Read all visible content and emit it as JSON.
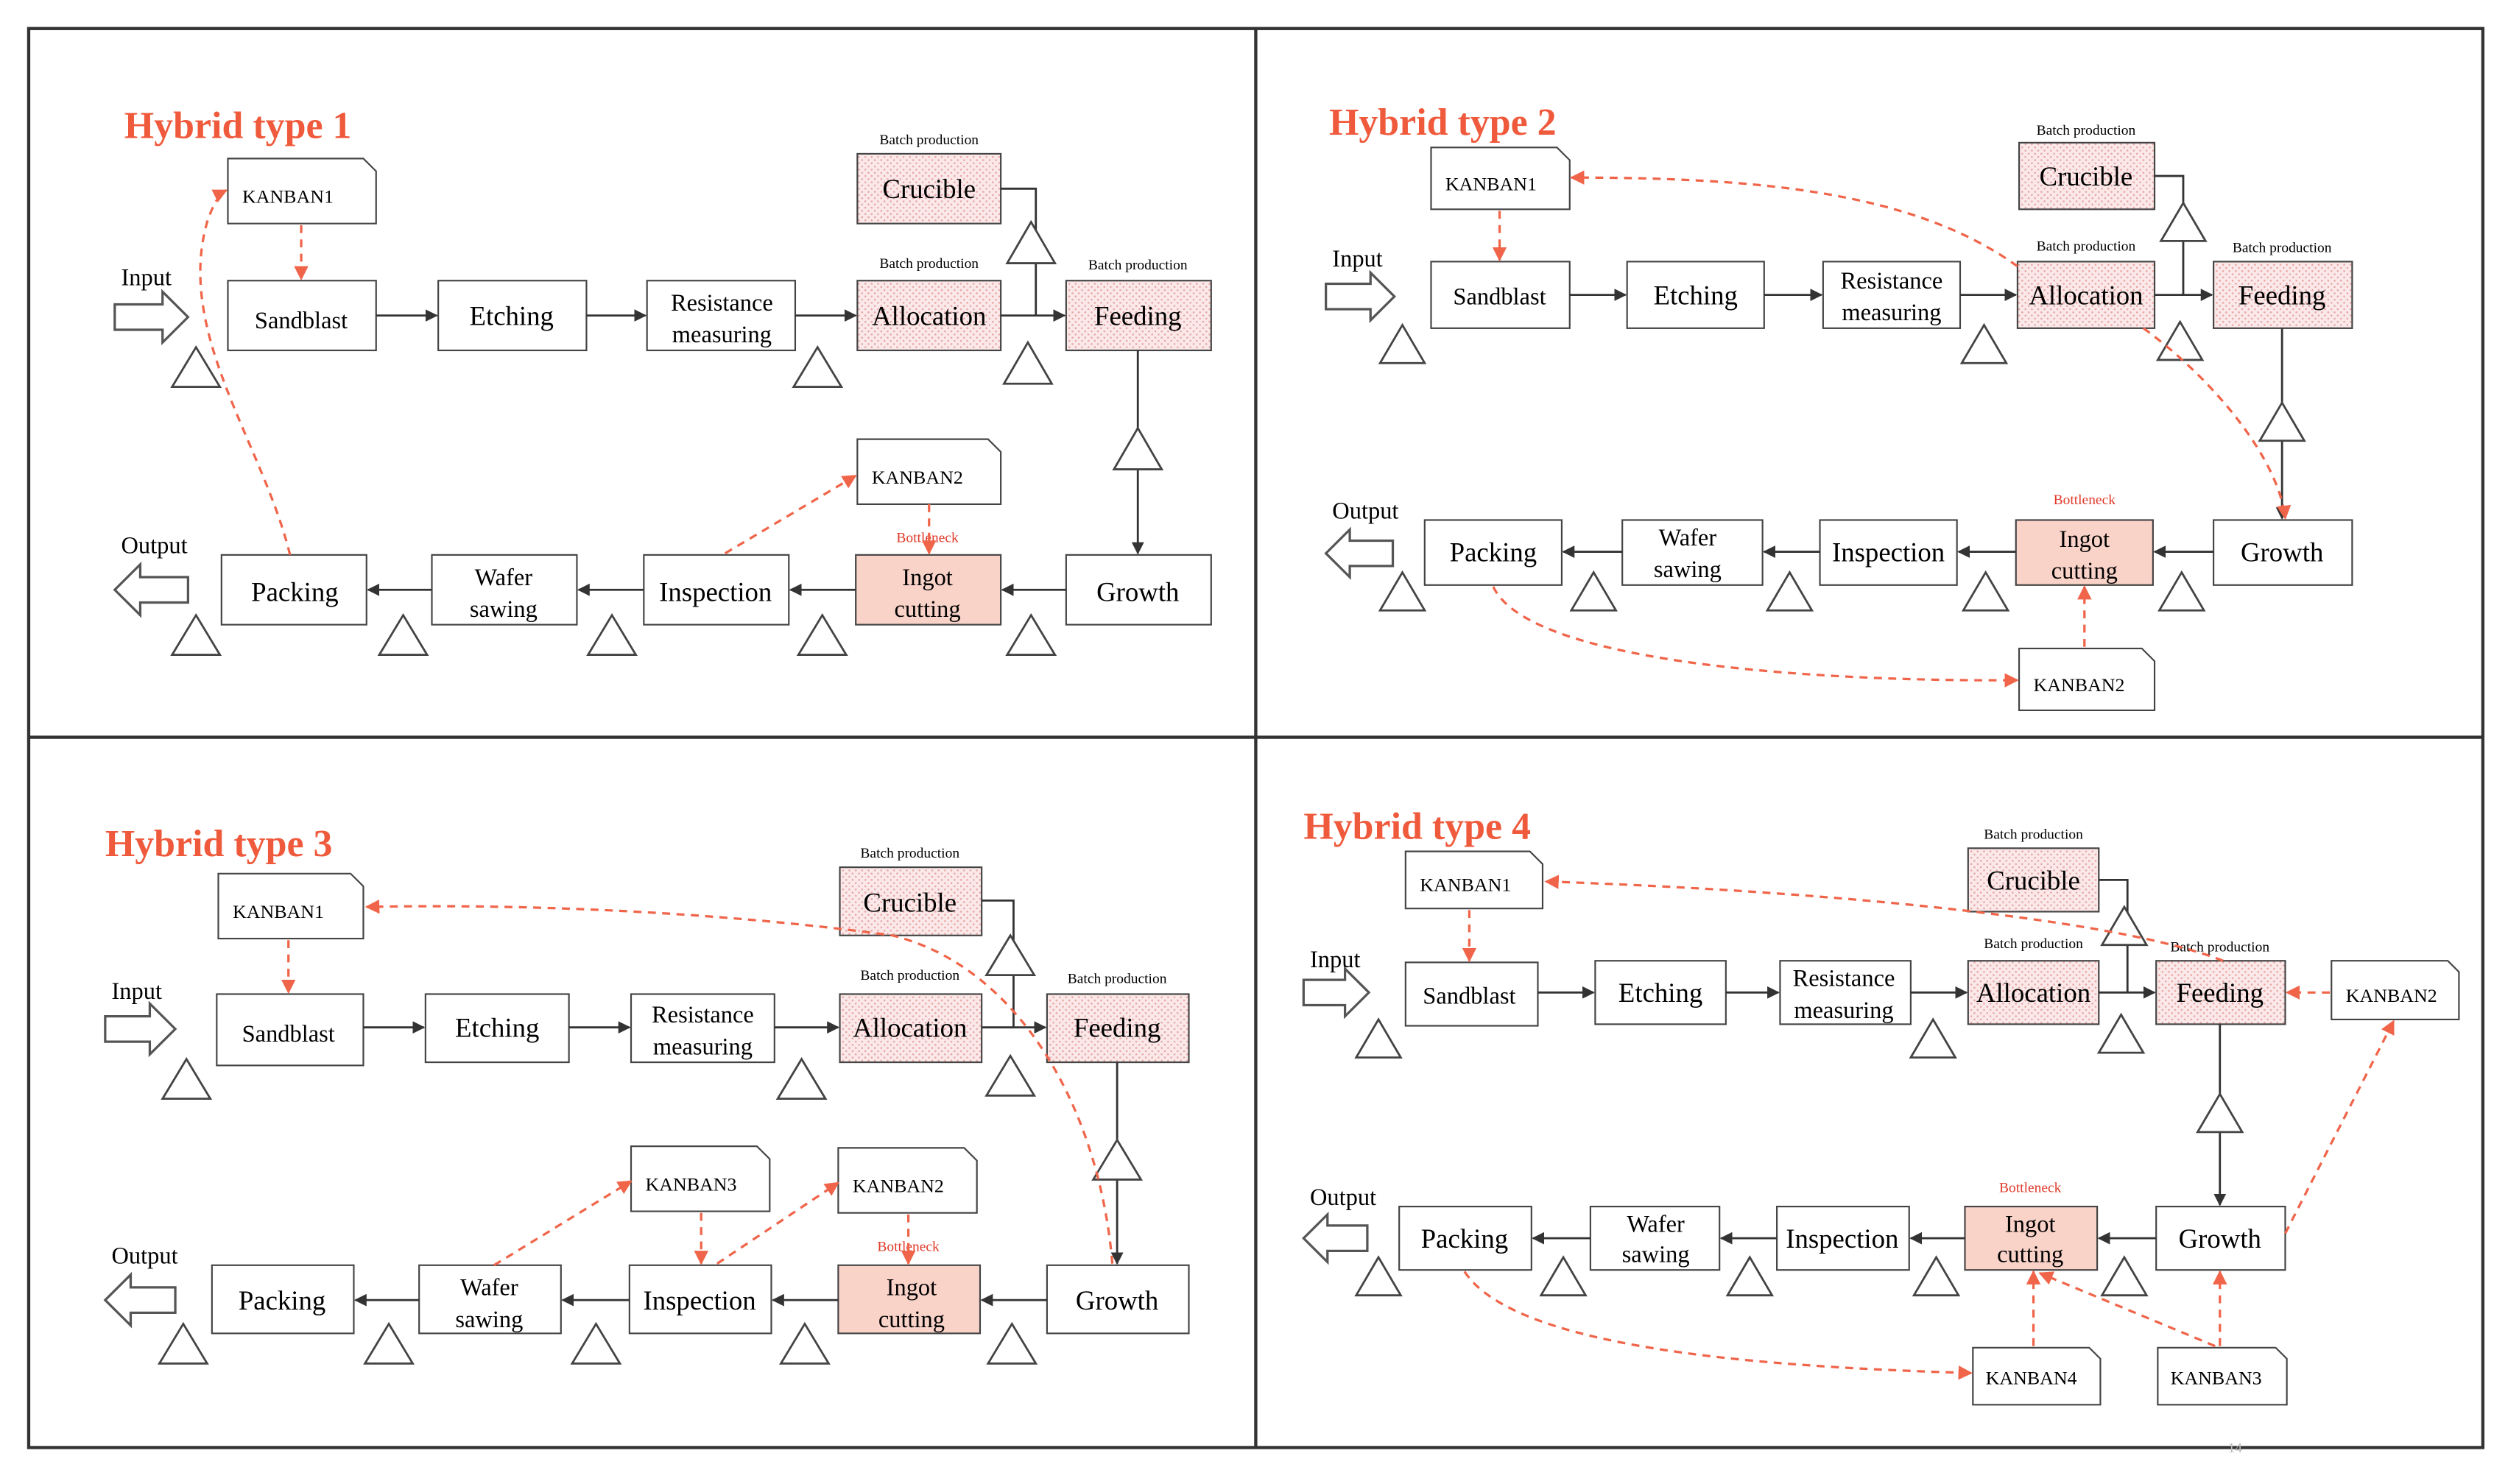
{
  "colors": {
    "accent": "#f05a3c",
    "kanban_flow": "#f0654a",
    "batch_fill": "#f8dede",
    "bottleneck_fill": "#f9d2c8",
    "line": "#333333"
  },
  "labels": {
    "input": "Input",
    "output": "Output",
    "batch": "Batch production",
    "bottleneck": "Bottleneck",
    "sandblast": "Sandblast",
    "etching": "Etching",
    "resistance_1": "Resistance",
    "resistance_2": "measuring",
    "allocation": "Allocation",
    "feeding": "Feeding",
    "crucible": "Crucible",
    "growth": "Growth",
    "ingot_1": "Ingot",
    "ingot_2": "cutting",
    "inspection": "Inspection",
    "wafer_1": "Wafer",
    "wafer_2": "sawing",
    "packing": "Packing",
    "kanban1": "KANBAN1",
    "kanban2": "KANBAN2",
    "kanban3": "KANBAN3",
    "kanban4": "KANBAN4"
  },
  "panels": [
    {
      "title": "Hybrid type 1"
    },
    {
      "title": "Hybrid type 2"
    },
    {
      "title": "Hybrid type 3"
    },
    {
      "title": "Hybrid type 4"
    }
  ],
  "page_number": "14"
}
